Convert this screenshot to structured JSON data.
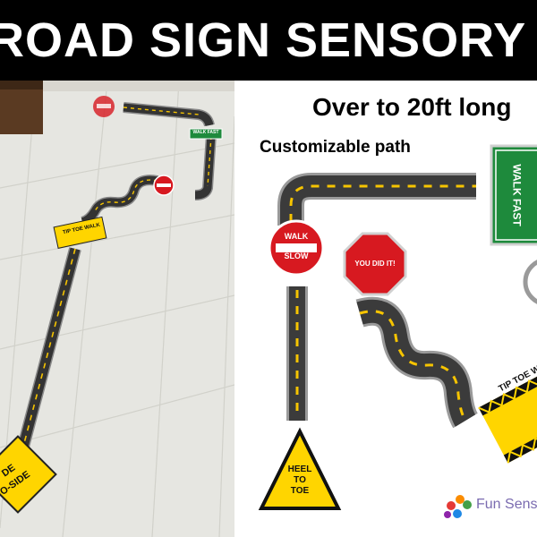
{
  "banner": {
    "title": "ROAD SIGN SENSORY PATH"
  },
  "right_panel": {
    "heading": "Over to 20ft long",
    "subheading": "Customizable path",
    "signs": {
      "walk_fast": "WALK FAST",
      "walk": "WALK",
      "slow": "SLOW",
      "you_did_it": "YOU DID IT!",
      "heel": "HEEL",
      "to": "TO",
      "toe": "TOE",
      "tip_toe_walk": "TIP TOE WALK"
    },
    "brand": {
      "name": "Fun Sens"
    }
  },
  "photo": {
    "signs": {
      "walk_fast": "WALK FAST",
      "tip_toe_walk": "TIP TOE WALK",
      "side_line1": "DE",
      "side_line2": "O-SIDE"
    }
  },
  "colors": {
    "asphalt": "#3b3b3b",
    "curb": "#9a9a9a",
    "dash": "#f6c400",
    "stop": "#d71920",
    "walk_fast": "#1e8a3c",
    "warning": "#ffd500",
    "floor": "#e9e9e4"
  }
}
